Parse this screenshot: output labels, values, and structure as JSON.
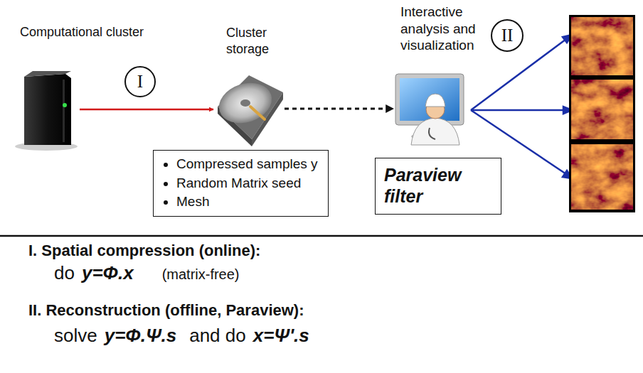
{
  "diagram": {
    "nodes": [
      {
        "text": [
          "Computational cluster"
        ]
      },
      {
        "text": [
          "Cluster storage"
        ]
      },
      {
        "text": [
          "Interactive analysis and visualization"
        ]
      },
      {
        "text": [
          "I"
        ]
      },
      {
        "text": [
          "II"
        ]
      },
      {
        "text": [
          "Compressed samples y",
          "Random Matrix seed",
          "Mesh"
        ]
      },
      {
        "text": [
          "Paraview filter"
        ]
      }
    ],
    "edges": [
      {
        "from": 0,
        "to": 1,
        "arrow": "to"
      },
      {
        "from": 1,
        "to": 2,
        "arrow": "to"
      }
    ],
    "labels": [
      "I. Spatial compression (online):",
      "do",
      "y=Φ.x",
      "(matrix-free)",
      "II. Reconstruction (offline, Paraview):",
      "solve",
      "y=Φ.Ψ.s",
      "and do",
      "x=Ψ'.s"
    ]
  }
}
